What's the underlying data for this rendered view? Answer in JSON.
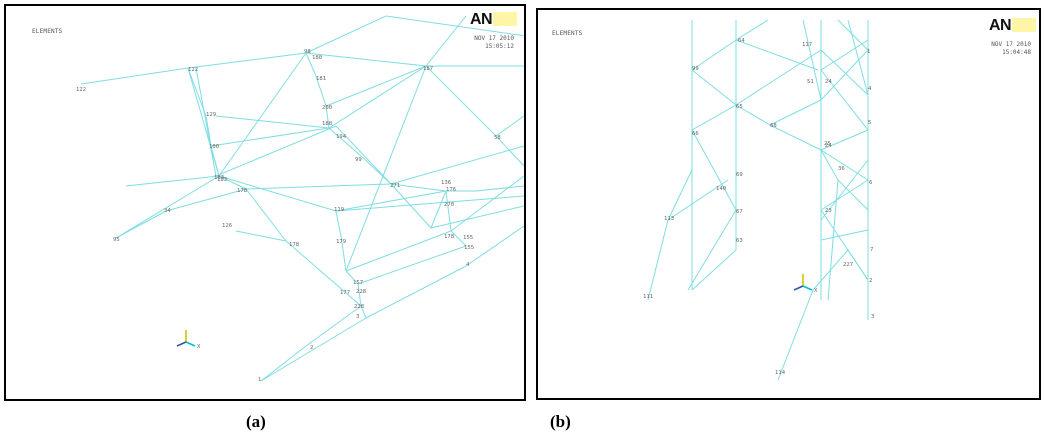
{
  "colors": {
    "element_line": "#7fdde3",
    "label_text": "#666666",
    "triad_x": "#00bcd4",
    "triad_y": "#d4c400",
    "triad_z": "#3355aa",
    "logo_tile": "#fff5a6"
  },
  "panel_a": {
    "header": "ELEMENTS",
    "logo": "AN",
    "stamp_date": "NOV 17 2010",
    "stamp_time": "15:05:12",
    "triad_label": "X",
    "node_labels": [
      "122",
      "122",
      "98",
      "180",
      "181",
      "183",
      "183",
      "129",
      "200",
      "188",
      "194",
      "100",
      "99",
      "187",
      "178",
      "271",
      "136",
      "176",
      "270",
      "58",
      "34",
      "126",
      "119",
      "95",
      "178",
      "179",
      "178",
      "155",
      "155",
      "157",
      "228",
      "4",
      "177",
      "228",
      "3",
      "2",
      "1"
    ],
    "caption": "(a)"
  },
  "panel_b": {
    "header": "ELEMENTS",
    "logo": "AN",
    "stamp_date": "NOV 17 2010",
    "stamp_time": "15:04:48",
    "triad_label": "X",
    "node_labels": [
      "64",
      "99",
      "65",
      "66",
      "68",
      "69",
      "67",
      "63",
      "117",
      "1",
      "51",
      "24",
      "4",
      "5",
      "25",
      "24",
      "36",
      "6",
      "140",
      "113",
      "23",
      "7",
      "227",
      "2",
      "3",
      "114",
      "111"
    ],
    "caption": "(b)"
  }
}
